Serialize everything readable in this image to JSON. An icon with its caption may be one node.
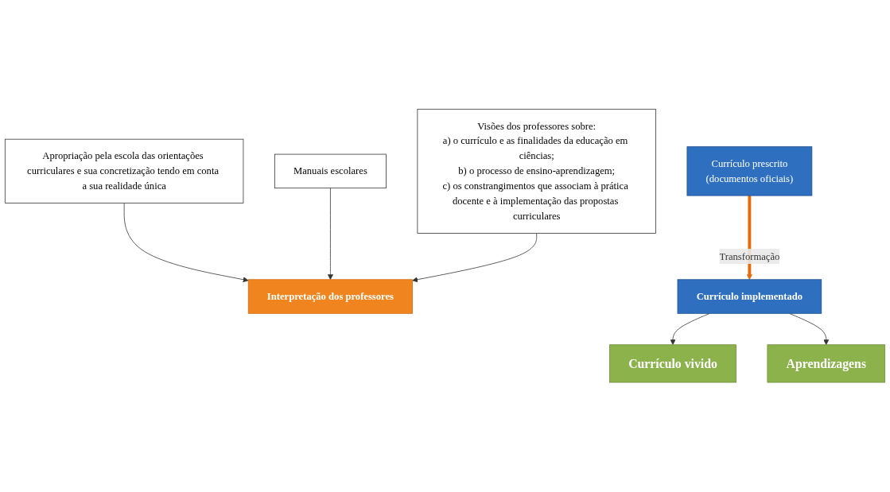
{
  "diagram": {
    "nodes": [
      {
        "text": [
          "Apropriação pela escola das orientações curriculares e sua concretização tendo em conta a sua realidade única"
        ]
      },
      {
        "text": [
          "Manuais escolares"
        ]
      },
      {
        "text": [
          "Visões dos professores sobre:",
          "a) o currículo e as finalidades da educação em ciências;",
          "b) o processo de ensino-aprendizagem;",
          "c) os constrangimentos que associam à prática docente e à implementação das propostas curriculares"
        ]
      },
      {
        "text": [
          "Interpretação dos professores"
        ]
      },
      {
        "text": [
          "Currículo prescrito",
          "(documentos oficiais)"
        ]
      },
      {
        "text": [
          "Currículo implementado"
        ]
      },
      {
        "text": [
          "Currículo vivido"
        ]
      },
      {
        "text": [
          "Aprendizagens"
        ]
      }
    ],
    "edges": [
      {
        "from": 0,
        "to": 3,
        "arrow": "to"
      },
      {
        "from": 1,
        "to": 3,
        "arrow": "to"
      },
      {
        "from": 2,
        "to": 3,
        "arrow": "to"
      },
      {
        "from": 4,
        "to": 5,
        "arrow": "to",
        "label": "Transformação",
        "style": "thick",
        "color": "#e46c0a"
      },
      {
        "from": 5,
        "to": 6,
        "arrow": "to"
      },
      {
        "from": 5,
        "to": 7,
        "arrow": "to"
      }
    ]
  }
}
